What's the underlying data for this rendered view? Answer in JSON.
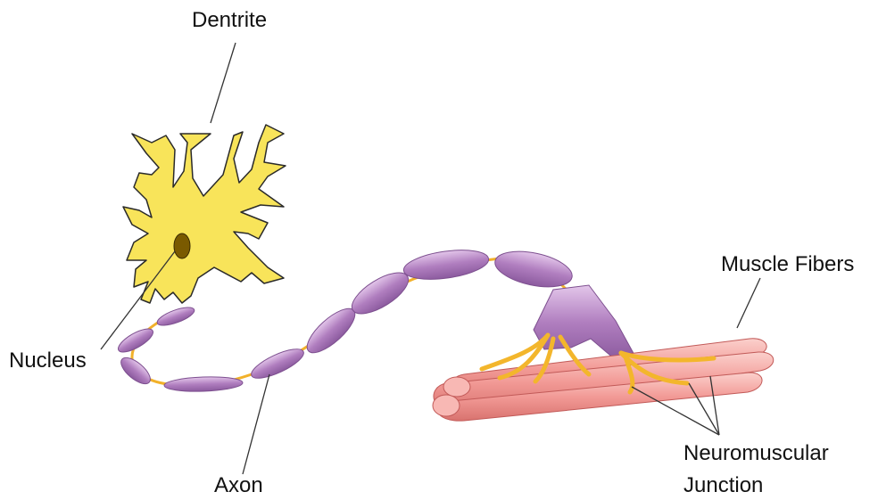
{
  "labels": {
    "dendrite": "Dentrite",
    "nucleus": "Nucleus",
    "axon": "Axon",
    "muscle_fibers": "Muscle Fibers",
    "nmj_line1": "Neuromuscular",
    "nmj_line2": "Junction"
  },
  "colors": {
    "cell_body": "#F8E45A",
    "cell_outline": "#2a2a2a",
    "nucleus_fill": "#7a5a00",
    "myelin": "#A86FB5",
    "myelin_light": "#D9B3E0",
    "axon_core": "#F2B12A",
    "muscle": "#F09A9A",
    "muscle_dark": "#D86C6C",
    "terminal": "#F3B62C"
  }
}
